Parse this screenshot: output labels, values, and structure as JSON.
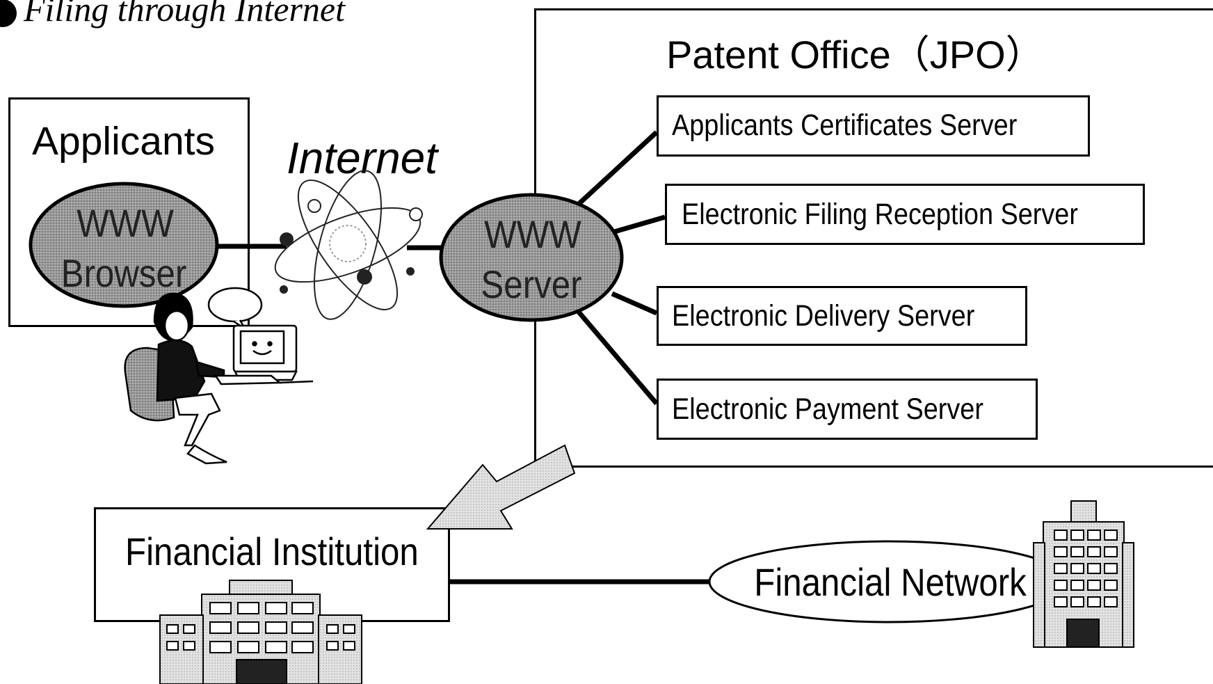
{
  "heading": "Filing through Internet",
  "applicants": {
    "title": "Applicants",
    "browser_line1": "WWW",
    "browser_line2": "Browser"
  },
  "internet_label": "Internet",
  "patent_office": {
    "title": "Patent Office（JPO）",
    "www_server_line1": "WWW",
    "www_server_line2": "Server",
    "servers": [
      "Applicants Certificates Server",
      "Electronic Filing Reception Server",
      "Electronic Delivery Server",
      "Electronic Payment Server"
    ]
  },
  "financial_institution": "Financial Institution",
  "financial_network": "Financial Network",
  "colors": {
    "ellipse_fill": "#8a8a8a",
    "arrow_fill": "#d8d8d8",
    "building_fill": "#e6e6e6"
  }
}
